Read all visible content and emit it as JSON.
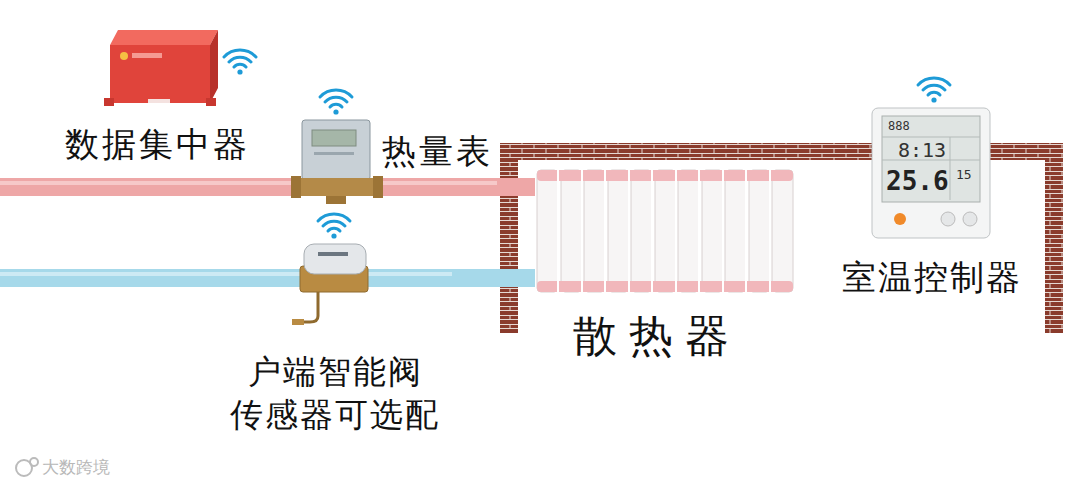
{
  "diagram": {
    "nodes": [
      {
        "text": [
          "数据集中器"
        ]
      },
      {
        "text": [
          "热量表"
        ]
      },
      {
        "text": [
          "户端智能阀 传感器可选配"
        ]
      },
      {
        "text": [
          "散热器"
        ]
      },
      {
        "text": [
          "室温控制器"
        ]
      }
    ],
    "edges": [
      {
        "from": 1,
        "to": 3,
        "arrow": "none"
      },
      {
        "from": 2,
        "to": 3,
        "arrow": "none"
      }
    ],
    "labels": [
      "888",
      "8:13",
      "25.6",
      "15",
      "大数跨境"
    ]
  }
}
